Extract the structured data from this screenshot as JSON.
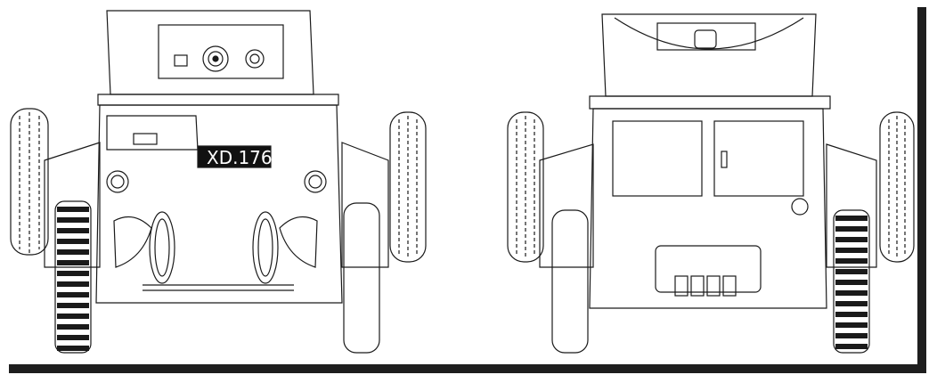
{
  "drawing": {
    "license_plate": "XD.176"
  },
  "colors": {
    "ink": "#1a1a1a",
    "paper": "#ffffff",
    "shadow": "#1e1e1e"
  },
  "views": [
    {
      "id": "front-view"
    },
    {
      "id": "rear-view"
    }
  ]
}
